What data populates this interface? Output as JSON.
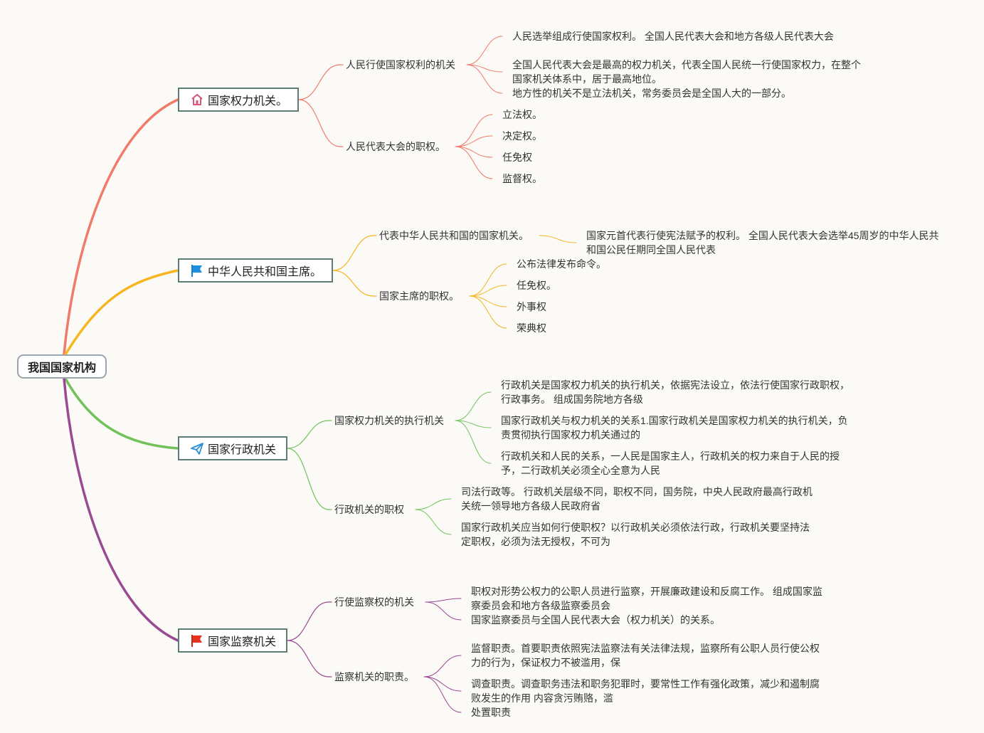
{
  "root": "我国国家机构",
  "branches": [
    {
      "title": "国家权力机关。",
      "icon": "house-icon",
      "color": "#f07b6a",
      "children": [
        {
          "label": "人民行使国家权利的机关",
          "items": [
            [
              "人民选举组成行使国家权利。 全国人民代表大会和地方各级人民代表大会"
            ],
            [
              "全国人民代表大会是最高的权力机关，代表全国人民统一行使国家权力，在整个",
              "国家机关体系中，居于最高地位。"
            ],
            [
              "地方性的机关不是立法机关，常务委员会是全国人大的一部分。"
            ]
          ]
        },
        {
          "label": "人民代表大会的职权。",
          "items": [
            [
              "立法权。"
            ],
            [
              "决定权。"
            ],
            [
              "任免权"
            ],
            [
              "监督权。"
            ]
          ]
        }
      ]
    },
    {
      "title": "中华人民共和国主席。",
      "icon": "blue-flag-icon",
      "color": "#f5b622",
      "children": [
        {
          "label": "代表中华人民共和国的国家机关。",
          "items": [
            [
              "国家元首代表行使宪法赋予的权利。 全国人民代表大会选举45周岁的中华人民共",
              "和国公民任期同全国人民代表"
            ]
          ]
        },
        {
          "label": "国家主席的职权。",
          "items": [
            [
              "公布法律发布命令。"
            ],
            [
              "任免权。"
            ],
            [
              "外事权"
            ],
            [
              "荣典权"
            ]
          ]
        }
      ]
    },
    {
      "title": "国家行政机关",
      "icon": "paper-plane-icon",
      "color": "#72c15a",
      "children": [
        {
          "label": "国家权力机关的执行机关",
          "items": [
            [
              "行政机关是国家权力机关的执行机关，依据宪法设立，依法行使国家行政职权，",
              "行政事务。 组成国务院地方各级"
            ],
            [
              "国家行政机关与权力机关的关系1.国家行政机关是国家权力机关的执行机关，负",
              "责贯彻执行国家权力机关通过的"
            ],
            [
              "行政机关和人民的关系，一人民是国家主人，行政机关的权力来自于人民的授",
              "予，二行政机关必须全心全意为人民"
            ]
          ]
        },
        {
          "label": "行政机关的职权",
          "items": [
            [
              "司法行政等。 行政机关层级不同，职权不同，国务院，中央人民政府最高行政机",
              "关统一领导地方各级人民政府省"
            ],
            [
              "国家行政机关应当如何行使职权？以行政机关必须依法行政，行政机关要坚持法",
              "定职权，必须为法无授权，不可为"
            ]
          ]
        }
      ]
    },
    {
      "title": "国家监察机关",
      "icon": "red-flag-icon",
      "color": "#9a4a92",
      "children": [
        {
          "label": "行使监察权的机关",
          "items": [
            [
              "职权对形势公权力的公职人员进行监察，开展廉政建设和反腐工作。 组成国家监",
              "察委员会和地方各级监察委员会"
            ],
            [
              "国家监察委员与全国人民代表大会（权力机关）的关系。"
            ]
          ]
        },
        {
          "label": "监察机关的职责。",
          "items": [
            [
              "监督职责。首要职责依照宪法监察法有关法律法规，监察所有公职人员行使公权",
              "力的行为，保证权力不被滥用，保"
            ],
            [
              "调查职责。调查职务违法和职务犯罪时，要常性工作有强化政策，减少和遏制腐",
              "败发生的作用 内容贪污贿赂，滥"
            ],
            [
              "处置职责"
            ]
          ]
        }
      ]
    }
  ]
}
